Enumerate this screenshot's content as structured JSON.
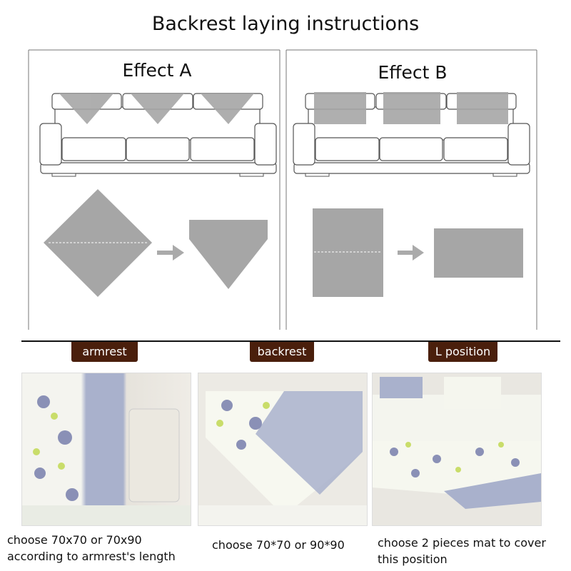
{
  "title": "Backrest laying instructions",
  "effects": [
    {
      "label": "Effect A"
    },
    {
      "label": "Effect B"
    }
  ],
  "tabs": [
    {
      "label": "armrest",
      "caption_lines": [
        "choose 70x70 or 70x90",
        "according to armrest's length"
      ]
    },
    {
      "label": "backrest",
      "caption_lines": [
        "choose 70*70 or 90*90"
      ]
    },
    {
      "label": "L position",
      "caption_lines": [
        "choose 2 pieces mat to cover",
        "this position"
      ]
    }
  ],
  "colors": {
    "tag_bg": "#4a1f0c",
    "shape_gray": "#a6a6a6",
    "fabric_blue": "#a9b1cc",
    "flower_green": "#c9dd6a"
  }
}
